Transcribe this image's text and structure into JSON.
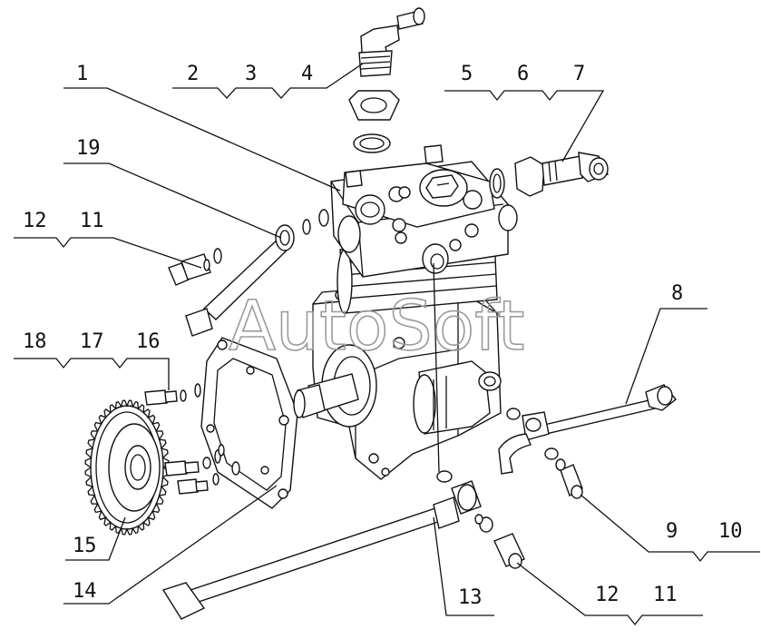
{
  "watermark": "AutoSoft",
  "callouts": [
    {
      "id": "c1",
      "text": "1"
    },
    {
      "id": "c2",
      "text": "2"
    },
    {
      "id": "c3",
      "text": "3"
    },
    {
      "id": "c4",
      "text": "4"
    },
    {
      "id": "c5",
      "text": "5"
    },
    {
      "id": "c6",
      "text": "6"
    },
    {
      "id": "c7",
      "text": "7"
    },
    {
      "id": "c8",
      "text": "8"
    },
    {
      "id": "c9",
      "text": "9"
    },
    {
      "id": "c10",
      "text": "10"
    },
    {
      "id": "c11a",
      "text": "11"
    },
    {
      "id": "c12a",
      "text": "12"
    },
    {
      "id": "c11b",
      "text": "11"
    },
    {
      "id": "c12b",
      "text": "12"
    },
    {
      "id": "c13",
      "text": "13"
    },
    {
      "id": "c14",
      "text": "14"
    },
    {
      "id": "c15",
      "text": "15"
    },
    {
      "id": "c16",
      "text": "16"
    },
    {
      "id": "c17",
      "text": "17"
    },
    {
      "id": "c18",
      "text": "18"
    },
    {
      "id": "c19",
      "text": "19"
    }
  ]
}
